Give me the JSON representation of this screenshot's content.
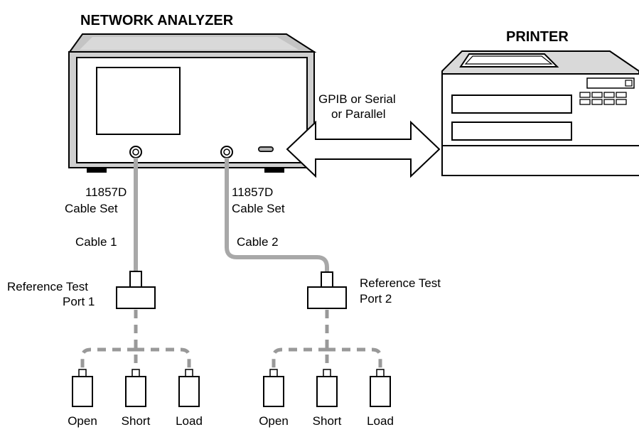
{
  "network_analyzer": {
    "title": "NETWORK ANALYZER"
  },
  "printer": {
    "title": "PRINTER"
  },
  "connection": {
    "line1": "GPIB or Serial",
    "line2": "or Parallel"
  },
  "cable_set_left": {
    "model": "11857D",
    "name": "Cable Set",
    "cable_label": "Cable 1"
  },
  "cable_set_right": {
    "model": "11857D",
    "name": "Cable Set",
    "cable_label": "Cable 2"
  },
  "port1": {
    "line1": "Reference Test",
    "line2": "Port 1",
    "standards": [
      "Open",
      "Short",
      "Load"
    ]
  },
  "port2": {
    "line1": "Reference Test",
    "line2": "Port 2",
    "standards": [
      "Open",
      "Short",
      "Load"
    ]
  },
  "colors": {
    "cable": "#a8a8a8",
    "instrument_gray": "#b5b5b5",
    "dark_gray": "#505050",
    "dashed": "#999999"
  }
}
